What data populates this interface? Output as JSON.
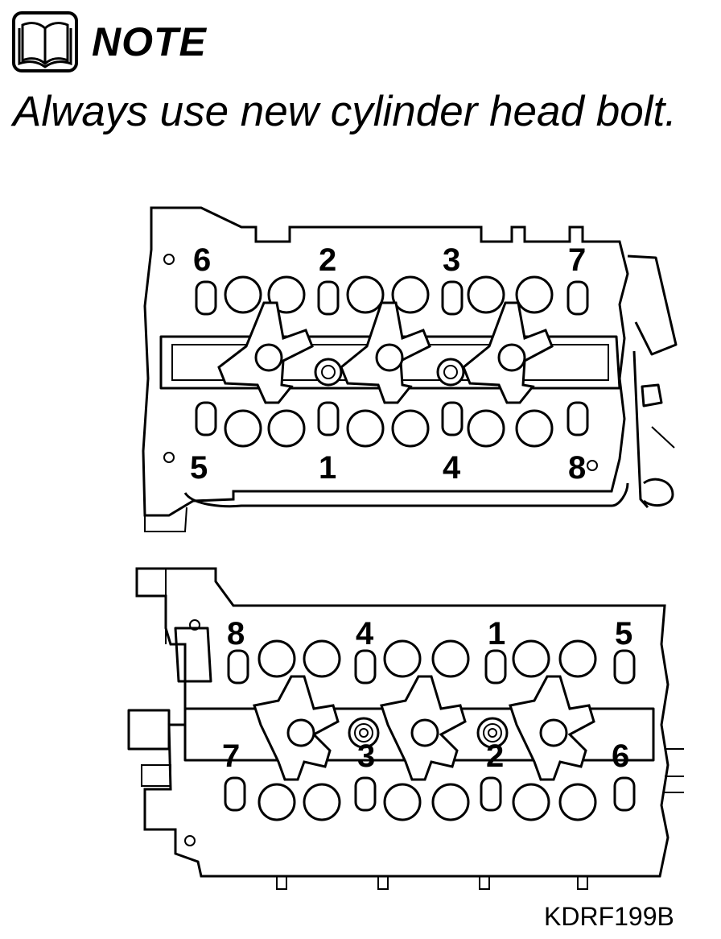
{
  "note": {
    "icon": "open-book-icon",
    "title": "NOTE",
    "text": "Always use new cylinder head bolt."
  },
  "upper_head": {
    "top_labels": [
      "6",
      "2",
      "3",
      "7"
    ],
    "bottom_labels": [
      "5",
      "1",
      "4",
      "8"
    ]
  },
  "lower_head": {
    "top_labels": [
      "8",
      "4",
      "1",
      "5"
    ],
    "bottom_labels": [
      "7",
      "3",
      "2",
      "6"
    ]
  },
  "figure_code": "KDRF199B"
}
